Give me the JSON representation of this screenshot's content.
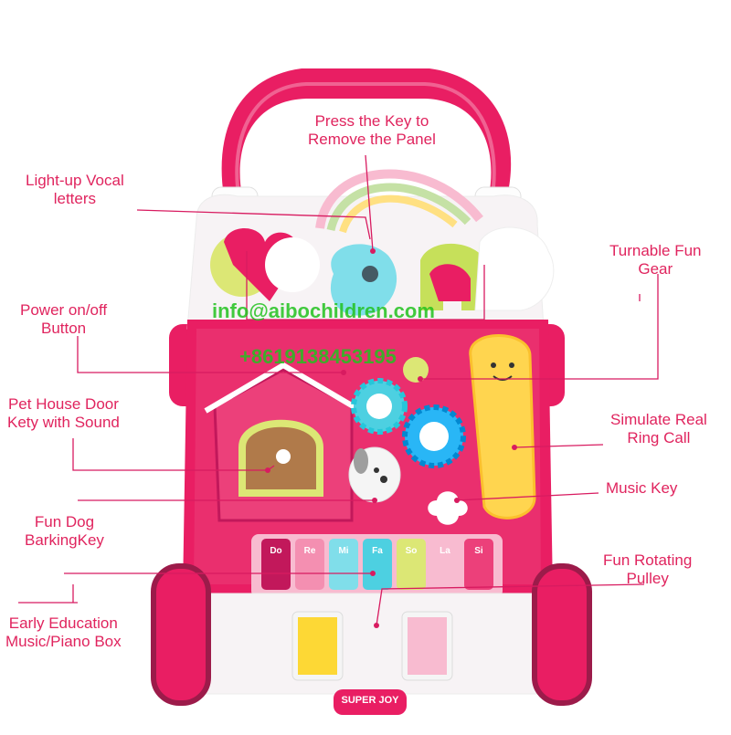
{
  "callouts": {
    "press_key_1": "Press the Key to",
    "press_key_2": "Remove the Panel",
    "light_up_1": "Light-up Vocal",
    "light_up_2": "letters",
    "turnable_1": "Turnable Fun",
    "turnable_2": "Gear",
    "power_1": "Power on/off",
    "power_2": "Button",
    "pet_house_1": "Pet House Door",
    "pet_house_2": "Kety with Sound",
    "simulate_1": "Simulate Real",
    "simulate_2": "Ring Call",
    "music_key": "Music Key",
    "fun_dog_1": "Fun Dog",
    "fun_dog_2": "BarkingKey",
    "rotating_1": "Fun Rotating",
    "rotating_2": "Pulley",
    "early_1": "Early Education",
    "early_2": "Music/Piano Box"
  },
  "watermark": {
    "email": "info@aibochildren.com",
    "phone": "+8619138453195"
  },
  "piano_keys": [
    {
      "label": "Do",
      "color": "#c2185b"
    },
    {
      "label": "Re",
      "color": "#f48fb1"
    },
    {
      "label": "Mi",
      "color": "#80deea"
    },
    {
      "label": "Fa",
      "color": "#4dd0e1"
    },
    {
      "label": "So",
      "color": "#dce775"
    },
    {
      "label": "La",
      "color": "#f8bbd0"
    },
    {
      "label": "Si",
      "color": "#ec407a"
    }
  ],
  "brand": "SUPER JOY",
  "colors": {
    "accent": "#e0245e",
    "body_pink": "#e91e63",
    "dark_pink": "#c2185b",
    "white_body": "#f7f3f5",
    "line": "#d81b60"
  }
}
